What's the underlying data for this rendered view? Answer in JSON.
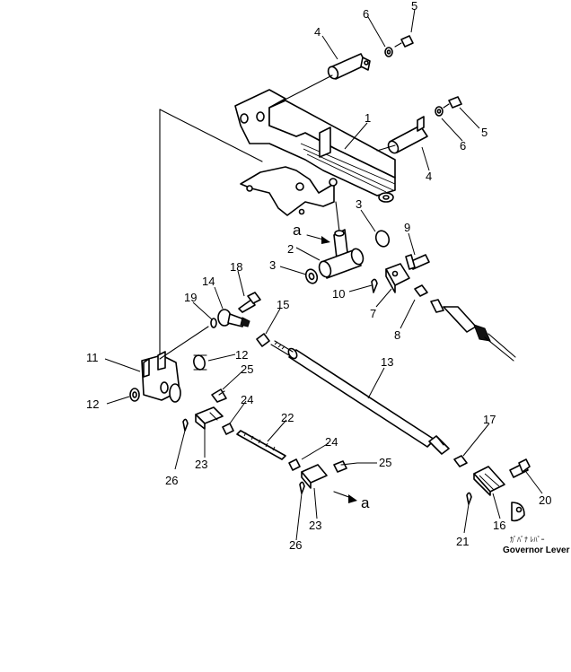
{
  "callouts": [
    "1",
    "2",
    "3",
    "3",
    "4",
    "4",
    "5",
    "5",
    "6",
    "6",
    "7",
    "8",
    "9",
    "10",
    "11",
    "12",
    "12",
    "13",
    "14",
    "15",
    "16",
    "17",
    "18",
    "19",
    "20",
    "21",
    "22",
    "23",
    "23",
    "24",
    "24",
    "25",
    "25",
    "26",
    "26"
  ],
  "markers": {
    "arrow_a_top": "a",
    "arrow_a_bottom": "a"
  },
  "governor": {
    "jp_label": "ｶﾞﾊﾞﾅ ﾚﾊﾞｰ",
    "en_label": "Governor Lever"
  }
}
